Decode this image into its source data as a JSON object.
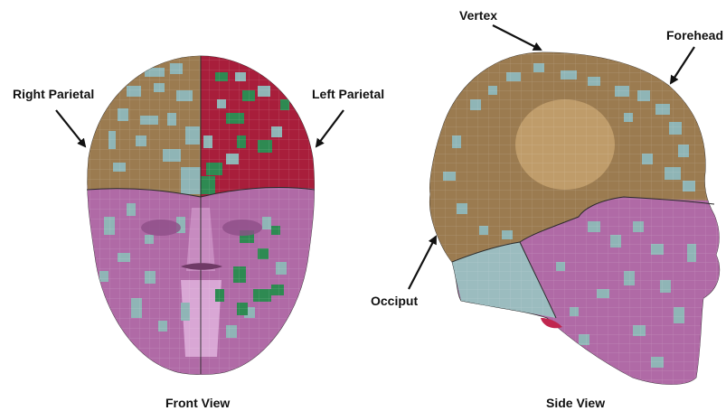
{
  "front": {
    "caption": "Front View",
    "labels": {
      "right_parietal": "Right Parietal",
      "left_parietal": "Left Parietal"
    }
  },
  "side": {
    "caption": "Side View",
    "labels": {
      "vertex": "Vertex",
      "forehead": "Forehead",
      "occiput": "Occiput"
    }
  },
  "colors": {
    "skull_bronze": "#9b7b50",
    "skull_light": "#c6a26e",
    "face_mauve": "#b06aa6",
    "face_light": "#c78bc0",
    "mesh_teal": "#8fb5b6",
    "left_parietal_red": "#a81e3b",
    "mesh_green": "#2e8a52",
    "neck_teal": "#9bbcbf",
    "seam": "#2b2b2b"
  }
}
